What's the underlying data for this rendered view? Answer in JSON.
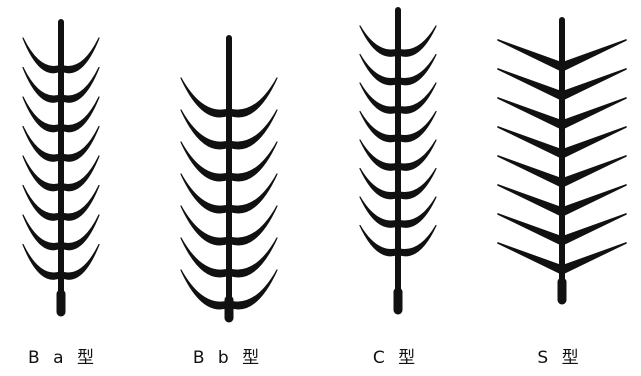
{
  "figure": {
    "ink_color": "#111111",
    "background_color": "#ffffff",
    "types": [
      {
        "id": "ba",
        "label": "B a 型",
        "branch_style": "upswept-curved",
        "branch_pairs": 8
      },
      {
        "id": "bb",
        "label": "B b 型",
        "branch_style": "upswept-curved",
        "branch_pairs": 7
      },
      {
        "id": "c",
        "label": "C 型",
        "branch_style": "tight-curved-stacked",
        "branch_pairs": 8
      },
      {
        "id": "s",
        "label": "S 型",
        "branch_style": "straight-angled",
        "branch_pairs": 8
      }
    ]
  }
}
